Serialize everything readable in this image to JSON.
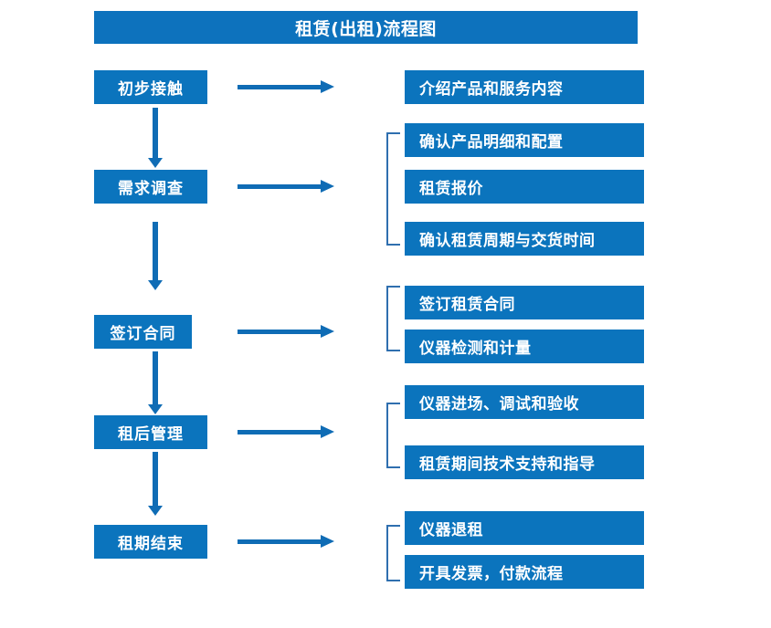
{
  "diagram": {
    "title": "租赁(出租)流程图",
    "colors": {
      "title_bar": "#0d72bd",
      "box": "#0b74bd",
      "arrow": "#0f6cb5",
      "bracket": "#2f6faf",
      "background": "#ffffff",
      "text": "#ffffff"
    },
    "stages": [
      {
        "label": "初步接触",
        "arrow_right": "right-arrow-icon",
        "arrow_down": "down-arrow-icon",
        "bracketed": false,
        "outputs": [
          {
            "label": "介绍产品和服务内容"
          }
        ]
      },
      {
        "label": "需求调查",
        "arrow_right": "right-arrow-icon",
        "arrow_down": "down-arrow-icon",
        "bracketed": true,
        "outputs": [
          {
            "label": "确认产品明细和配置"
          },
          {
            "label": "租赁报价"
          },
          {
            "label": "确认租赁周期与交货时间"
          }
        ]
      },
      {
        "label": "签订合同",
        "arrow_right": "right-arrow-icon",
        "arrow_down": "down-arrow-icon",
        "bracketed": true,
        "outputs": [
          {
            "label": "签订租赁合同"
          },
          {
            "label": "仪器检测和计量"
          }
        ]
      },
      {
        "label": "租后管理",
        "arrow_right": "right-arrow-icon",
        "arrow_down": "down-arrow-icon",
        "bracketed": true,
        "outputs": [
          {
            "label": "仪器进场、调试和验收"
          },
          {
            "label": "租赁期间技术支持和指导"
          }
        ]
      },
      {
        "label": "租期结束",
        "arrow_right": "right-arrow-icon",
        "arrow_down": null,
        "bracketed": true,
        "outputs": [
          {
            "label": "仪器退租"
          },
          {
            "label": "开具发票，付款流程"
          }
        ]
      }
    ]
  }
}
